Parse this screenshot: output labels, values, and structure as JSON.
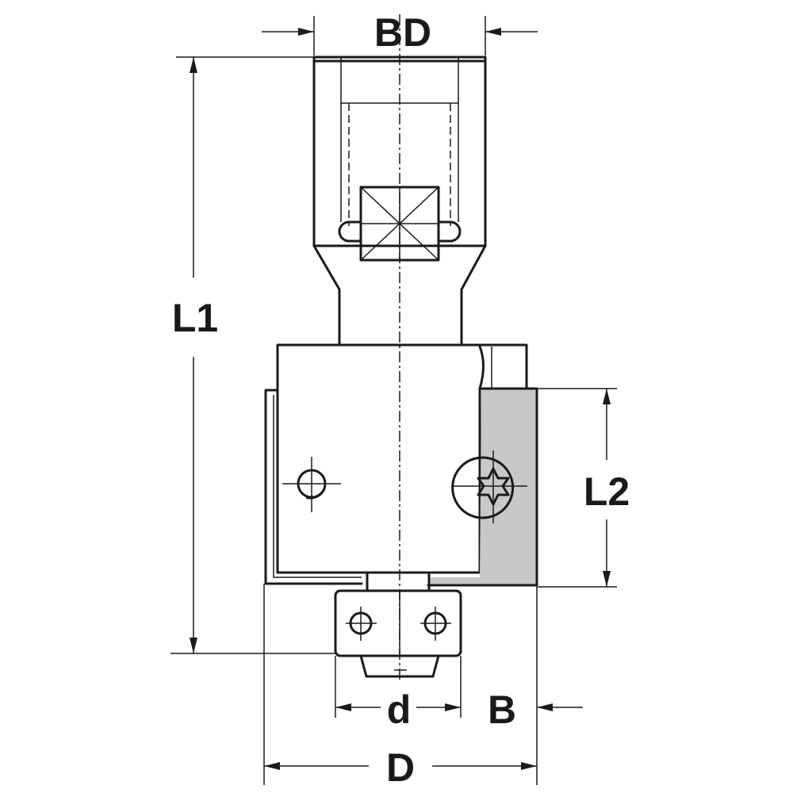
{
  "labels": {
    "bd": "BD",
    "l1": "L1",
    "l2": "L2",
    "d_small": "d",
    "b": "B",
    "d_large": "D"
  },
  "colors": {
    "line": "#1a1a1a",
    "blade_fill": "#c8c8c8",
    "background": "#ffffff"
  }
}
